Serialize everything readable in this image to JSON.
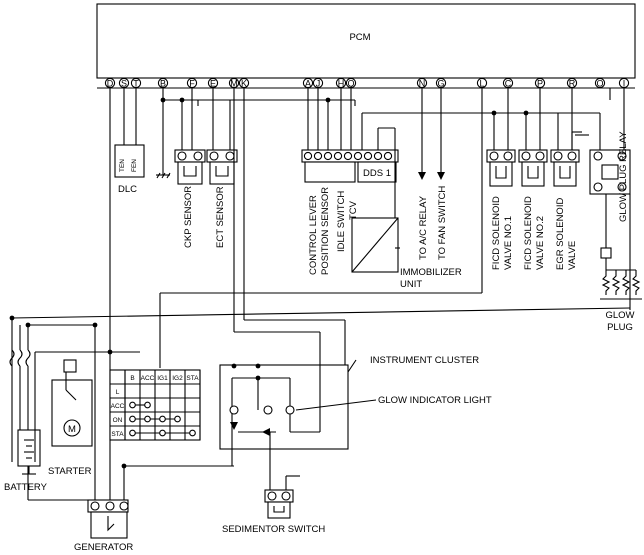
{
  "pcm": {
    "label": "PCM",
    "pins": [
      "D",
      "S",
      "T",
      "B",
      "F",
      "E",
      "M",
      "K",
      "A",
      "J",
      "H",
      "Q",
      "N",
      "G",
      "L",
      "C",
      "P",
      "R",
      "O",
      "I"
    ]
  },
  "components": {
    "dlc": {
      "label": "DLC",
      "pin1": "TEN",
      "pin2": "FEN"
    },
    "ckp_sensor": "CKP SENSOR",
    "ect_sensor": "ECT SENSOR",
    "control_lever": [
      "CONTROL LEVER",
      "POSITION SENSOR"
    ],
    "idle_switch": "IDLE SWITCH",
    "tcv": "TCV",
    "dds": "DDS 1",
    "immobilizer": [
      "IMMOBILIZER",
      "UNIT"
    ],
    "to_ac_relay": "TO A/C RELAY",
    "to_fan_switch": "TO FAN SWITCH",
    "ficd1": [
      "FICD SOLENOID",
      "VALVE NO.1"
    ],
    "ficd2": [
      "FICD SOLENOID",
      "VALVE NO.2"
    ],
    "egr": [
      "EGR SOLENOID",
      "VALVE"
    ],
    "glow_plug_relay": "GLOW PLUG RELAY",
    "glow_plug": [
      "GLOW",
      "PLUG"
    ],
    "instrument_cluster": "INSTRUMENT CLUSTER",
    "glow_indicator": "GLOW INDICATOR LIGHT",
    "battery": "BATTERY",
    "starter": "STARTER",
    "motor_symbol": "M",
    "generator": "GENERATOR",
    "sedimentor_switch": "SEDIMENTOR SWITCH"
  },
  "ignition_switch": {
    "columns": [
      "B",
      "ACC",
      "IG1",
      "IG2",
      "STA"
    ],
    "rows": [
      "L",
      "ACC",
      "ON",
      "STA"
    ]
  }
}
